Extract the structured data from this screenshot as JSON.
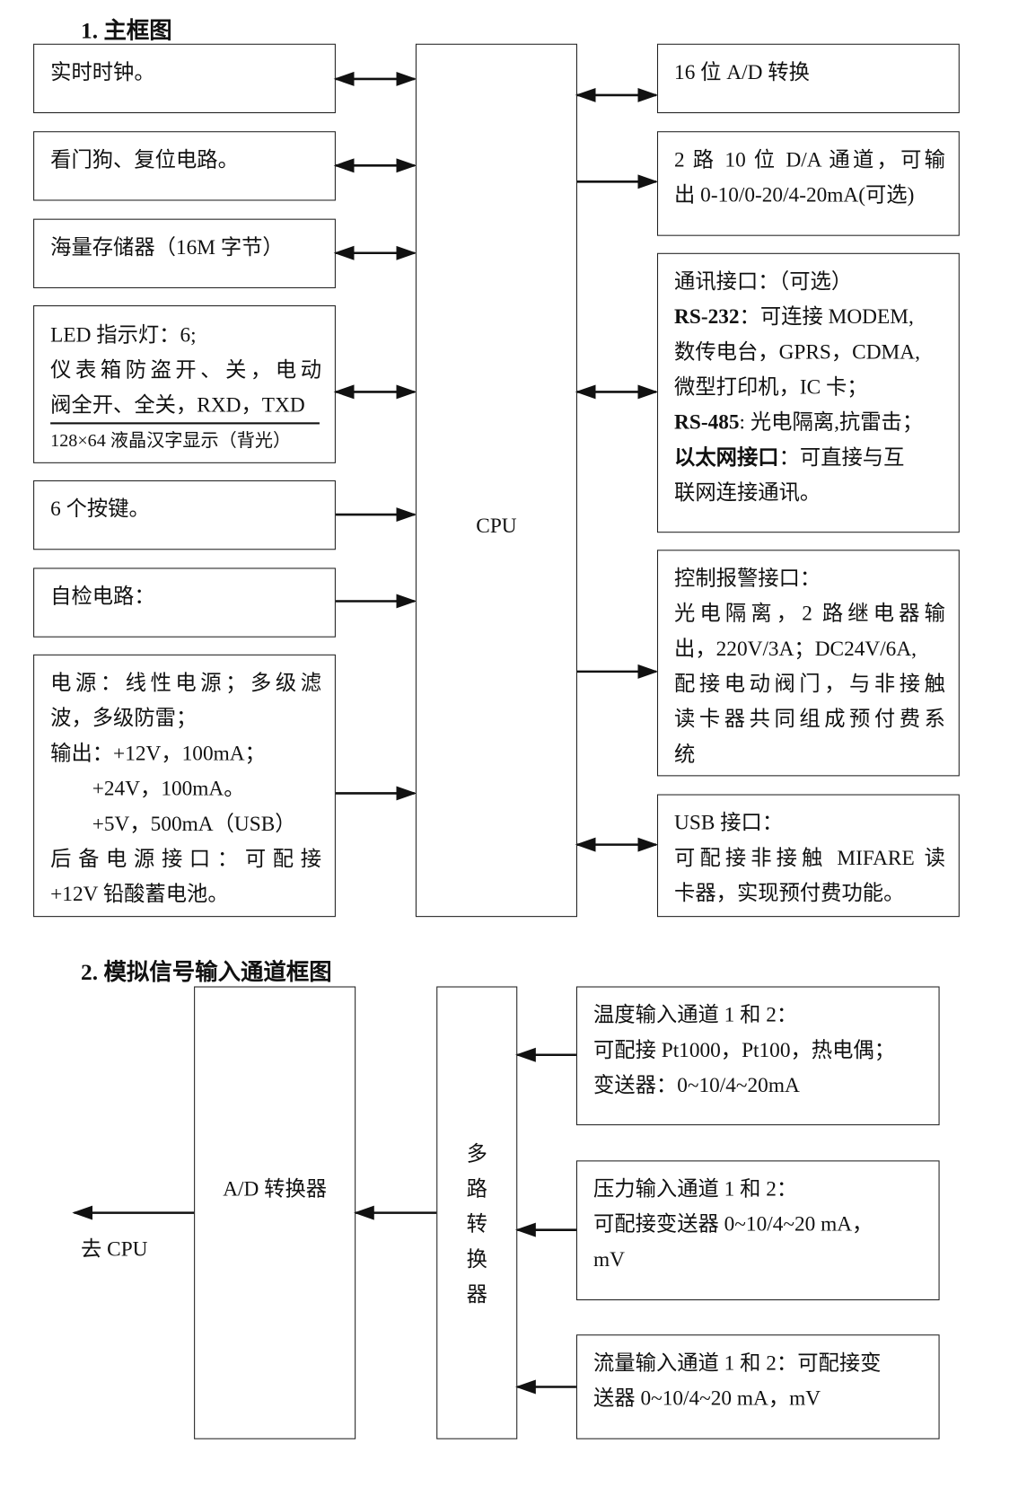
{
  "section1": {
    "title": "1.  主框图",
    "cpu": "CPU",
    "left": [
      {
        "lines": [
          "实时时钟。"
        ]
      },
      {
        "lines": [
          "看门狗、复位电路。"
        ]
      },
      {
        "lines": [
          "海量存储器（16M 字节）"
        ]
      },
      {
        "lines": [
          "LED 指示灯：6;",
          "仪表箱防盗开、关，电动",
          "阀全开、全关，RXD，TXD"
        ],
        "footer": "128×64 液晶汉字显示（背光）"
      },
      {
        "lines": [
          "6 个按键。"
        ]
      },
      {
        "lines": [
          "自检电路："
        ]
      },
      {
        "lines": [
          "电源：线性电源；多级滤",
          "波，多级防雷；",
          "输出：+12V，100mA；",
          "        +24V，100mA。",
          "        +5V，500mA（USB）",
          "后备电源接口：可配接",
          "+12V 铅酸蓄电池。"
        ]
      }
    ],
    "right": [
      {
        "lines": [
          "16 位 A/D 转换"
        ]
      },
      {
        "lines": [
          "2 路 10 位 D/A 通道，可输",
          "出 0-10/0-20/4-20mA(可选)"
        ]
      },
      {
        "lines": [
          "通讯接口：（可选）"
        ],
        "rs232": {
          "label": "RS-232",
          "text": "：可连接 MODEM,"
        },
        "lines2": [
          "数传电台，GPRS，CDMA,",
          "微型打印机，IC 卡；"
        ],
        "rs485": {
          "label": "RS-485",
          "text": ": 光电隔离,抗雷击；"
        },
        "ethernet": {
          "label": "以太网接口",
          "text": "：可直接与互"
        },
        "lines3": [
          "联网连接通讯。"
        ]
      },
      {
        "lines": [
          "控制报警接口：",
          "光电隔离，2 路继电器输",
          "出，220V/3A；DC24V/6A,",
          "配接电动阀门，与非接触",
          "读卡器共同组成预付费系",
          "统"
        ]
      },
      {
        "lines": [
          "USB 接口：",
          "可配接非接触 MIFARE 读",
          "卡器，实现预付费功能。"
        ]
      }
    ]
  },
  "section2": {
    "title": "2.  模拟信号输入通道框图",
    "adc": "A/D 转换器",
    "to_cpu": "去 CPU",
    "mux": [
      "多",
      "路",
      "转",
      "换",
      "器"
    ],
    "inputs": [
      {
        "lines": [
          "温度输入通道 1 和 2：",
          "可配接 Pt1000，Pt100，热电偶；",
          "变送器：0~10/4~20mA"
        ]
      },
      {
        "lines": [
          "压力输入通道 1 和 2：",
          "可配接变送器 0~10/4~20 mA，",
          "mV"
        ]
      },
      {
        "lines": [
          "流量输入通道 1 和 2：可配接变",
          "送器 0~10/4~20 mA，mV"
        ]
      }
    ]
  }
}
